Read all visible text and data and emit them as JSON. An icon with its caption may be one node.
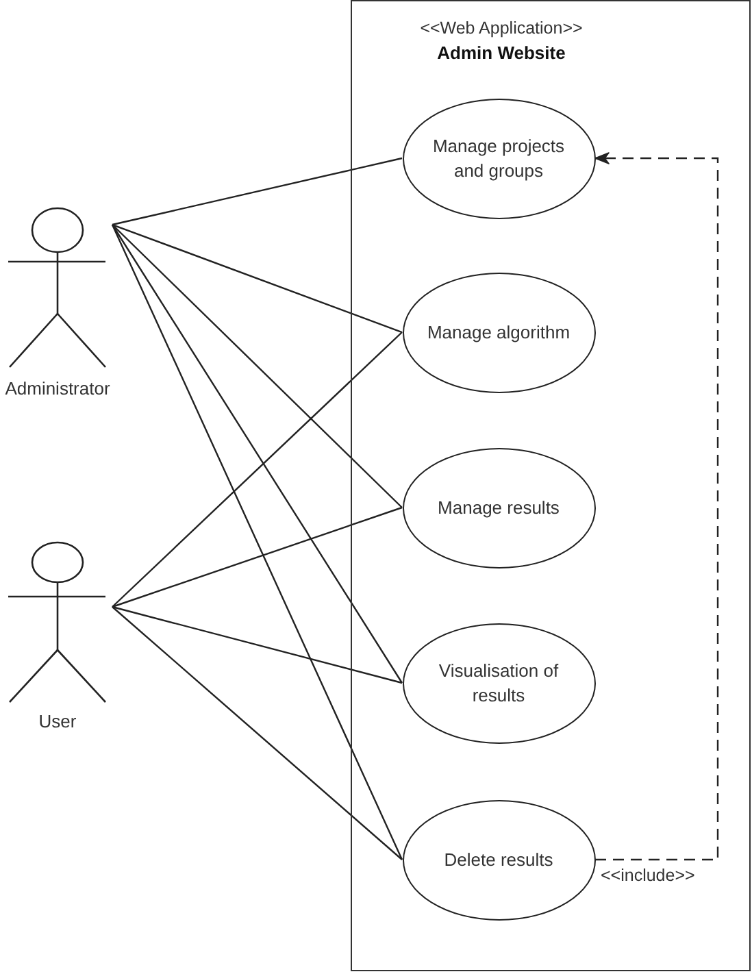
{
  "diagram": {
    "nodes": [
      {
        "text": [
          "<<Web Application>>",
          "Admin Website"
        ]
      },
      {
        "text": [
          "Manage projects and groups"
        ],
        "in": 0
      },
      {
        "text": [
          "Manage algorithm"
        ],
        "in": 0
      },
      {
        "text": [
          "Manage results"
        ],
        "in": 0
      },
      {
        "text": [
          "Visualisation of results"
        ],
        "in": 0
      },
      {
        "text": [
          "Delete results"
        ],
        "in": 0
      },
      {
        "text": [
          "Administrator"
        ]
      },
      {
        "text": [
          "User"
        ]
      }
    ],
    "edges": [
      {
        "from": 6,
        "to": 1,
        "arrow": "none"
      },
      {
        "from": 6,
        "to": 2,
        "arrow": "none"
      },
      {
        "from": 6,
        "to": 3,
        "arrow": "none"
      },
      {
        "from": 6,
        "to": 4,
        "arrow": "none"
      },
      {
        "from": 6,
        "to": 5,
        "arrow": "none"
      },
      {
        "from": 7,
        "to": 2,
        "arrow": "none"
      },
      {
        "from": 7,
        "to": 3,
        "arrow": "none"
      },
      {
        "from": 7,
        "to": 4,
        "arrow": "none"
      },
      {
        "from": 7,
        "to": 5,
        "arrow": "none"
      },
      {
        "from": 5,
        "to": 1,
        "arrow": "to",
        "label": "<<include>>",
        "style": "dashed"
      }
    ]
  }
}
